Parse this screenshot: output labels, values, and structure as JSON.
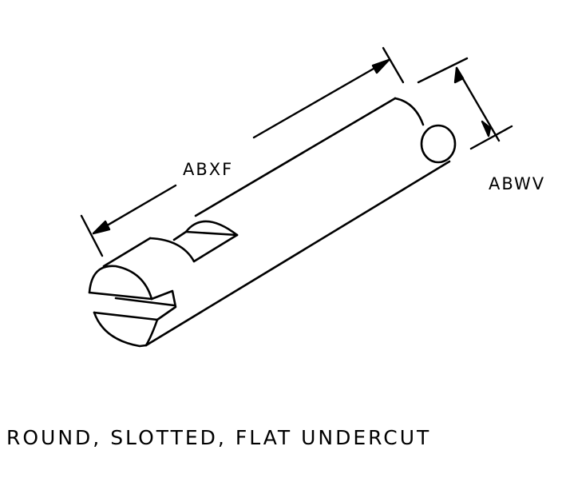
{
  "dimensions": {
    "length_label": "ABXF",
    "diameter_label": "ABWV"
  },
  "caption": "ROUND, SLOTTED, FLAT UNDERCUT"
}
